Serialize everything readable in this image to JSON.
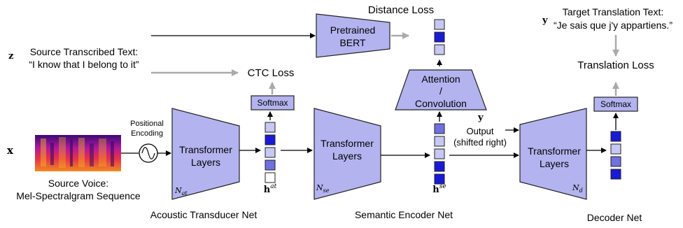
{
  "colors": {
    "block_fill": "#b3b3f0",
    "block_stroke": "#222222",
    "arrow_black": "#000000",
    "arrow_gray": "#aaaaaa",
    "cell_blue": "#1a1ad6",
    "cell_mid": "#7070e0",
    "cell_light": "#c8c8f5",
    "cell_white": "#ffffff"
  },
  "source": {
    "var_x": "x",
    "caption_line1": "Source Voice:",
    "caption_line2": "Mel-Spectralgram Sequence"
  },
  "positional": {
    "line1": "Positional",
    "line2": "Encoding"
  },
  "acoustic": {
    "block_line1": "Transformer",
    "block_line2": "Layers",
    "corner_n": "N",
    "corner_sub": "at",
    "softmax": "Softmax",
    "h_label": "h",
    "h_sup": "at",
    "net_title": "Acoustic Transducer Net"
  },
  "semantic": {
    "block_line1": "Transformer",
    "block_line2": "Layers",
    "corner_n": "N",
    "corner_sub": "se",
    "h_label": "h",
    "h_sup": "se",
    "net_title": "Semantic Encoder Net"
  },
  "attention": {
    "line1": "Attention",
    "line2": "/",
    "line3": "Convolution"
  },
  "bert": {
    "line1": "Pretrained",
    "line2": "BERT"
  },
  "distance_loss": "Distance Loss",
  "ctc_loss": "CTC Loss",
  "source_text": {
    "var_z": "z",
    "line1": "Source Transcribed Text:",
    "line2": "“I know that I belong to it”"
  },
  "output": {
    "var_y": "y",
    "line1": "Output",
    "line2": "(shifted right)"
  },
  "decoder": {
    "block_line1": "Transformer",
    "block_line2": "Layers",
    "corner_n": "N",
    "corner_sub": "d",
    "softmax": "Softmax",
    "net_title": "Decoder Net"
  },
  "target": {
    "var_y": "y",
    "line1": "Target Translation Text:",
    "line2": "“Je sais que j'y appartiens.”"
  },
  "translation_loss": "Translation Loss",
  "vectors": {
    "h_at": [
      "light",
      "blue",
      "light",
      "mid",
      "white"
    ],
    "h_se": [
      "mid",
      "light",
      "light",
      "blue",
      "blue"
    ],
    "bert_out": [
      "light",
      "blue",
      "light"
    ],
    "dec_out": [
      "blue",
      "light",
      "mid",
      "blue"
    ]
  }
}
